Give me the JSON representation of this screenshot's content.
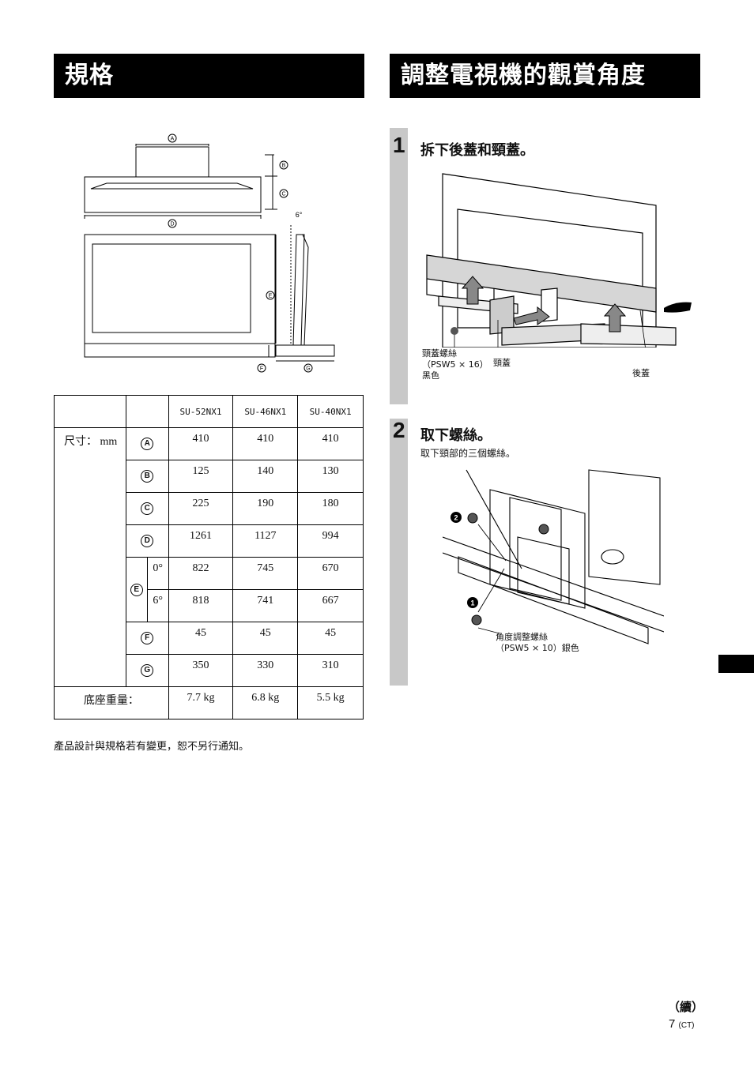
{
  "left_section": {
    "title": "規格",
    "diagram_labels": {
      "a": "A",
      "b": "B",
      "c": "C",
      "d": "D",
      "e": "E",
      "f": "F",
      "g": "G",
      "angle": "6°"
    },
    "table": {
      "models": [
        "SU-52NX1",
        "SU-46NX1",
        "SU-40NX1"
      ],
      "dim_label": "尺寸： mm",
      "rows": [
        {
          "key": "A",
          "sub": "",
          "values": [
            "410",
            "410",
            "410"
          ]
        },
        {
          "key": "B",
          "sub": "",
          "values": [
            "125",
            "140",
            "130"
          ]
        },
        {
          "key": "C",
          "sub": "",
          "values": [
            "225",
            "190",
            "180"
          ]
        },
        {
          "key": "D",
          "sub": "",
          "values": [
            "1261",
            "1127",
            "994"
          ]
        },
        {
          "key": "E",
          "sub": "0°",
          "values": [
            "822",
            "745",
            "670"
          ]
        },
        {
          "key": "E",
          "sub": "6°",
          "values": [
            "818",
            "741",
            "667"
          ]
        },
        {
          "key": "F",
          "sub": "",
          "values": [
            "45",
            "45",
            "45"
          ]
        },
        {
          "key": "G",
          "sub": "",
          "values": [
            "350",
            "330",
            "310"
          ]
        }
      ],
      "weight_label": "底座重量：",
      "weight_values": [
        "7.7 kg",
        "6.8 kg",
        "5.5 kg"
      ]
    },
    "note": "產品設計與規格若有變更，恕不另行通知。"
  },
  "right_section": {
    "title": "調整電視機的觀賞角度",
    "step1": {
      "number": "1",
      "title": "拆下後蓋和頸蓋。",
      "caption_screw": [
        "頸蓋螺絲",
        "（PSW5 × 16）",
        "黑色"
      ],
      "caption_neck": "頸蓋",
      "caption_back": "後蓋"
    },
    "step2": {
      "number": "2",
      "title": "取下螺絲。",
      "desc": "取下頸部的三個螺絲。",
      "marker1": "1",
      "marker2": "2",
      "caption_screw": [
        "角度調整螺絲",
        "（PSW5 × 10）銀色"
      ]
    }
  },
  "footer": {
    "continued": "（續）",
    "page": "7",
    "page_suffix": "(CT)"
  }
}
